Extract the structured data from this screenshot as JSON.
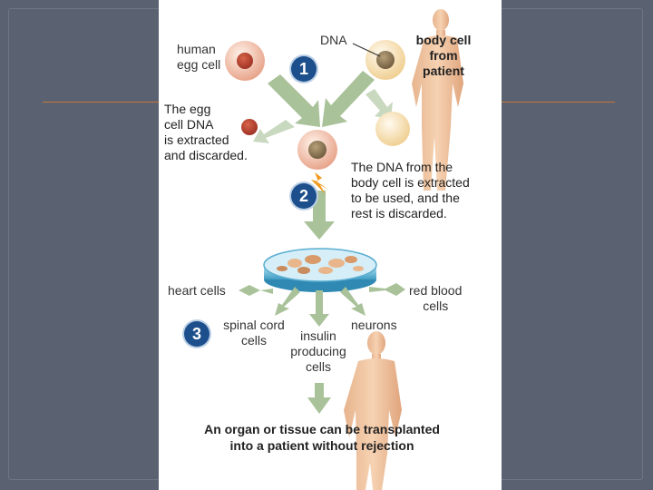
{
  "diagram": {
    "labels": {
      "human_egg_cell": "human\negg cell",
      "dna": "DNA",
      "body_cell_from_patient": "body cell\nfrom\npatient",
      "egg_dna_extracted": "The egg\ncell DNA\nis extracted\nand discarded.",
      "dna_from_body_cell": "The DNA from the\nbody cell is extracted\nto be used, and the\nrest is discarded.",
      "heart_cells": "heart cells",
      "red_blood_cells": "red blood\ncells",
      "spinal_cord_cells": "spinal cord\ncells",
      "neurons": "neurons",
      "insulin_producing_cells": "insulin\nproducing\ncells",
      "transplant_caption": "An organ or tissue can be transplanted\ninto a patient without rejection"
    },
    "steps": [
      "1",
      "2",
      "3"
    ],
    "colors": {
      "background": "#5a6170",
      "accent_line": "#c8773c",
      "step_badge": "#1d4f8c",
      "arrow": "#a9c29a",
      "egg_cell": "#e8a58c",
      "body_cell": "#f3d9a0",
      "petri_dish": "#7ec6e0",
      "human_figure": "#f2c9a6"
    },
    "icons": [
      "human-figure-icon",
      "lightning-icon",
      "petri-dish-icon"
    ]
  }
}
